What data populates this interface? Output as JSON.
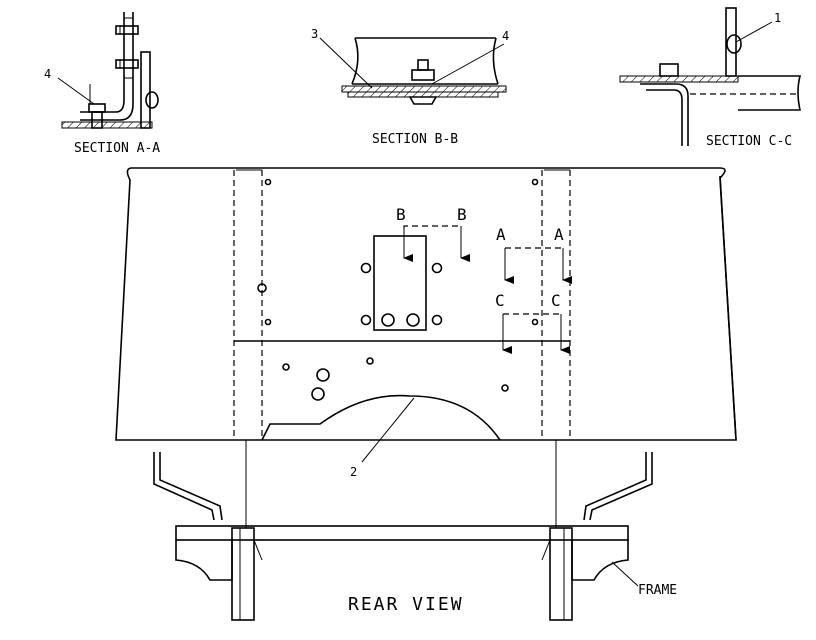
{
  "sections": {
    "a": {
      "title": "SECTION A-A",
      "callout": "4"
    },
    "b": {
      "title": "SECTION B-B",
      "callout_left": "3",
      "callout_right": "4"
    },
    "c": {
      "title": "SECTION C-C",
      "callout": "1"
    }
  },
  "rear_view": {
    "title": "REAR VIEW",
    "callout_panel": "2",
    "frame_label": "FRAME",
    "markers": {
      "b_left": "B",
      "b_right": "B",
      "a_left": "A",
      "a_right": "A",
      "c_left": "C",
      "c_right": "C"
    }
  }
}
